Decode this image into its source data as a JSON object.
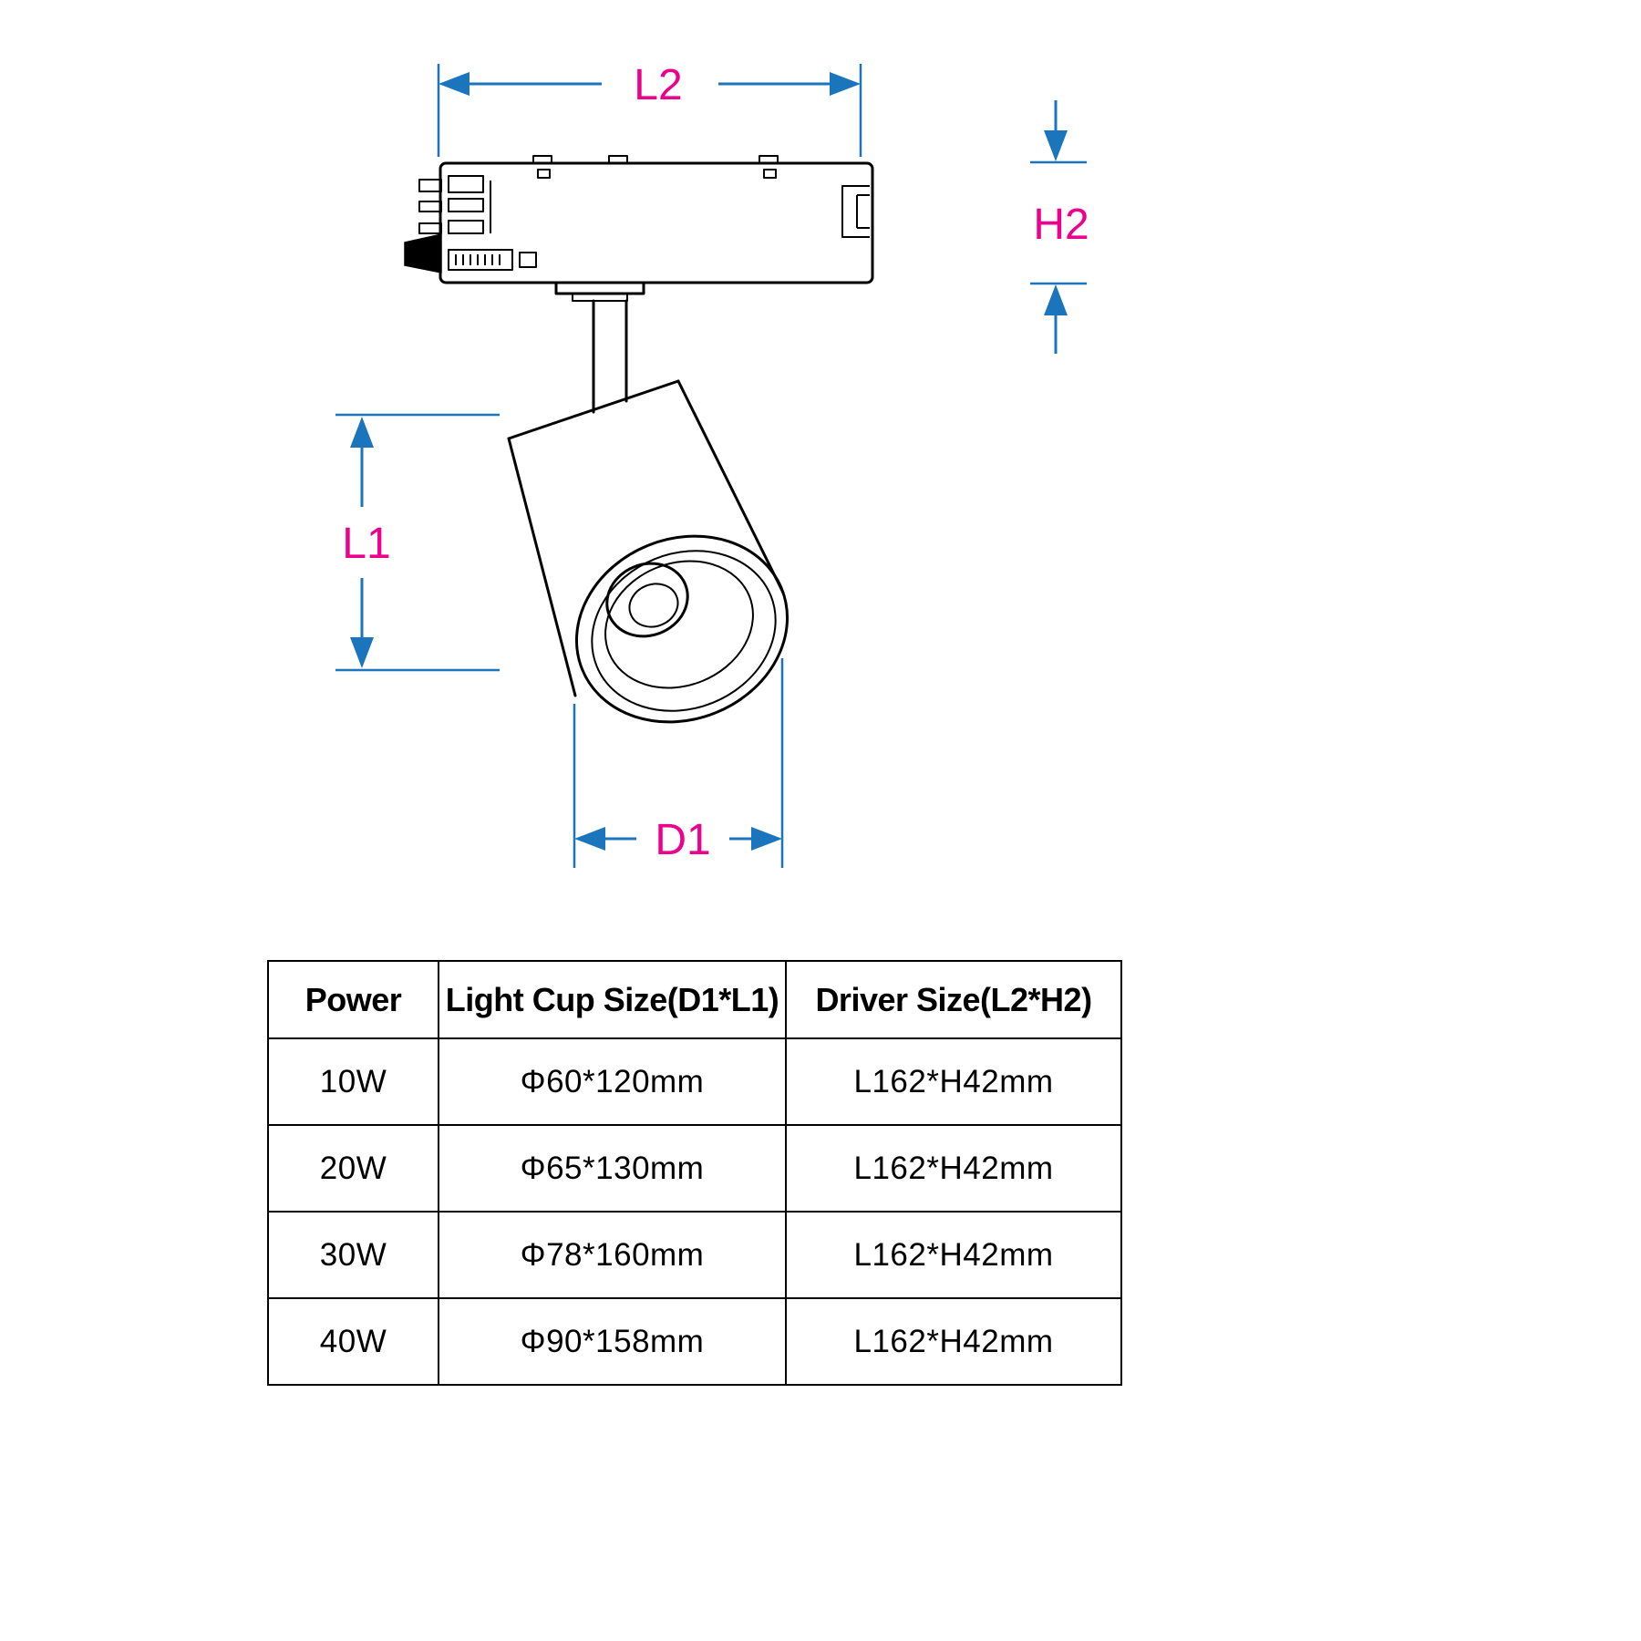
{
  "colors": {
    "dimension_blue": "#1B75BC",
    "label_pink": "#EC008C",
    "line_black": "#000000"
  },
  "diagram": {
    "labels": {
      "l2": "L2",
      "h2": "H2",
      "l1": "L1",
      "d1": "D1"
    }
  },
  "table": {
    "headers": [
      "Power",
      "Light Cup Size(D1*L1)",
      "Driver Size(L2*H2)"
    ],
    "rows": [
      [
        "10W",
        "Φ60*120mm",
        "L162*H42mm"
      ],
      [
        "20W",
        "Φ65*130mm",
        "L162*H42mm"
      ],
      [
        "30W",
        "Φ78*160mm",
        "L162*H42mm"
      ],
      [
        "40W",
        "Φ90*158mm",
        "L162*H42mm"
      ]
    ]
  }
}
